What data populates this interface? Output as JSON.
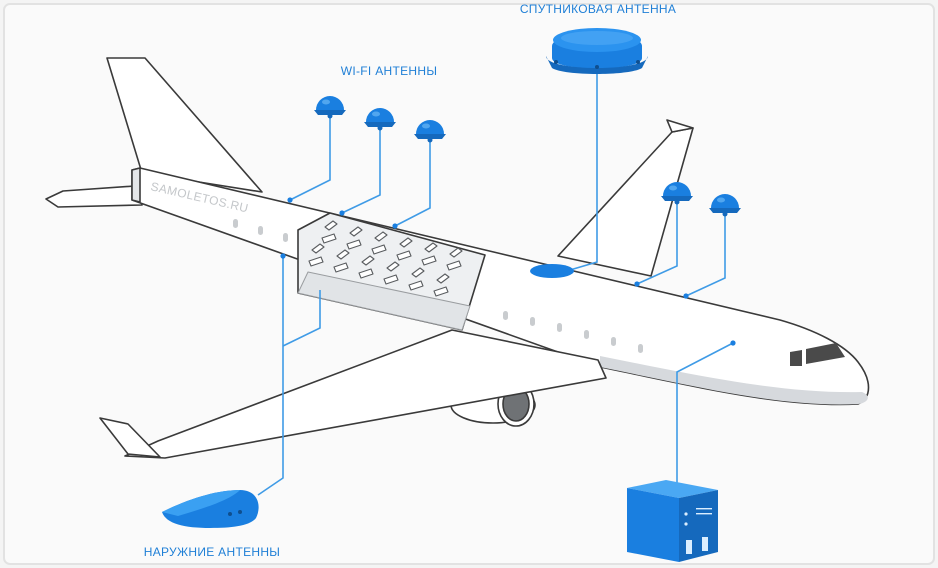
{
  "watermark": "SAMOLETOS.RU",
  "labels": {
    "satellite": "СПУТНИКОВАЯ АНТЕННА",
    "wifi": "WI-FI АНТЕННЫ",
    "external": "НАРУЖНИЕ АНТЕННЫ"
  },
  "colors": {
    "accent": "#1a7fe0",
    "line": "#3f9be6",
    "outline": "#3a3a3a",
    "background": "#f4f4f4",
    "fuselage": "#ffffff",
    "shadow": "#d6d9dd",
    "label_text": "#1f7fd6"
  }
}
